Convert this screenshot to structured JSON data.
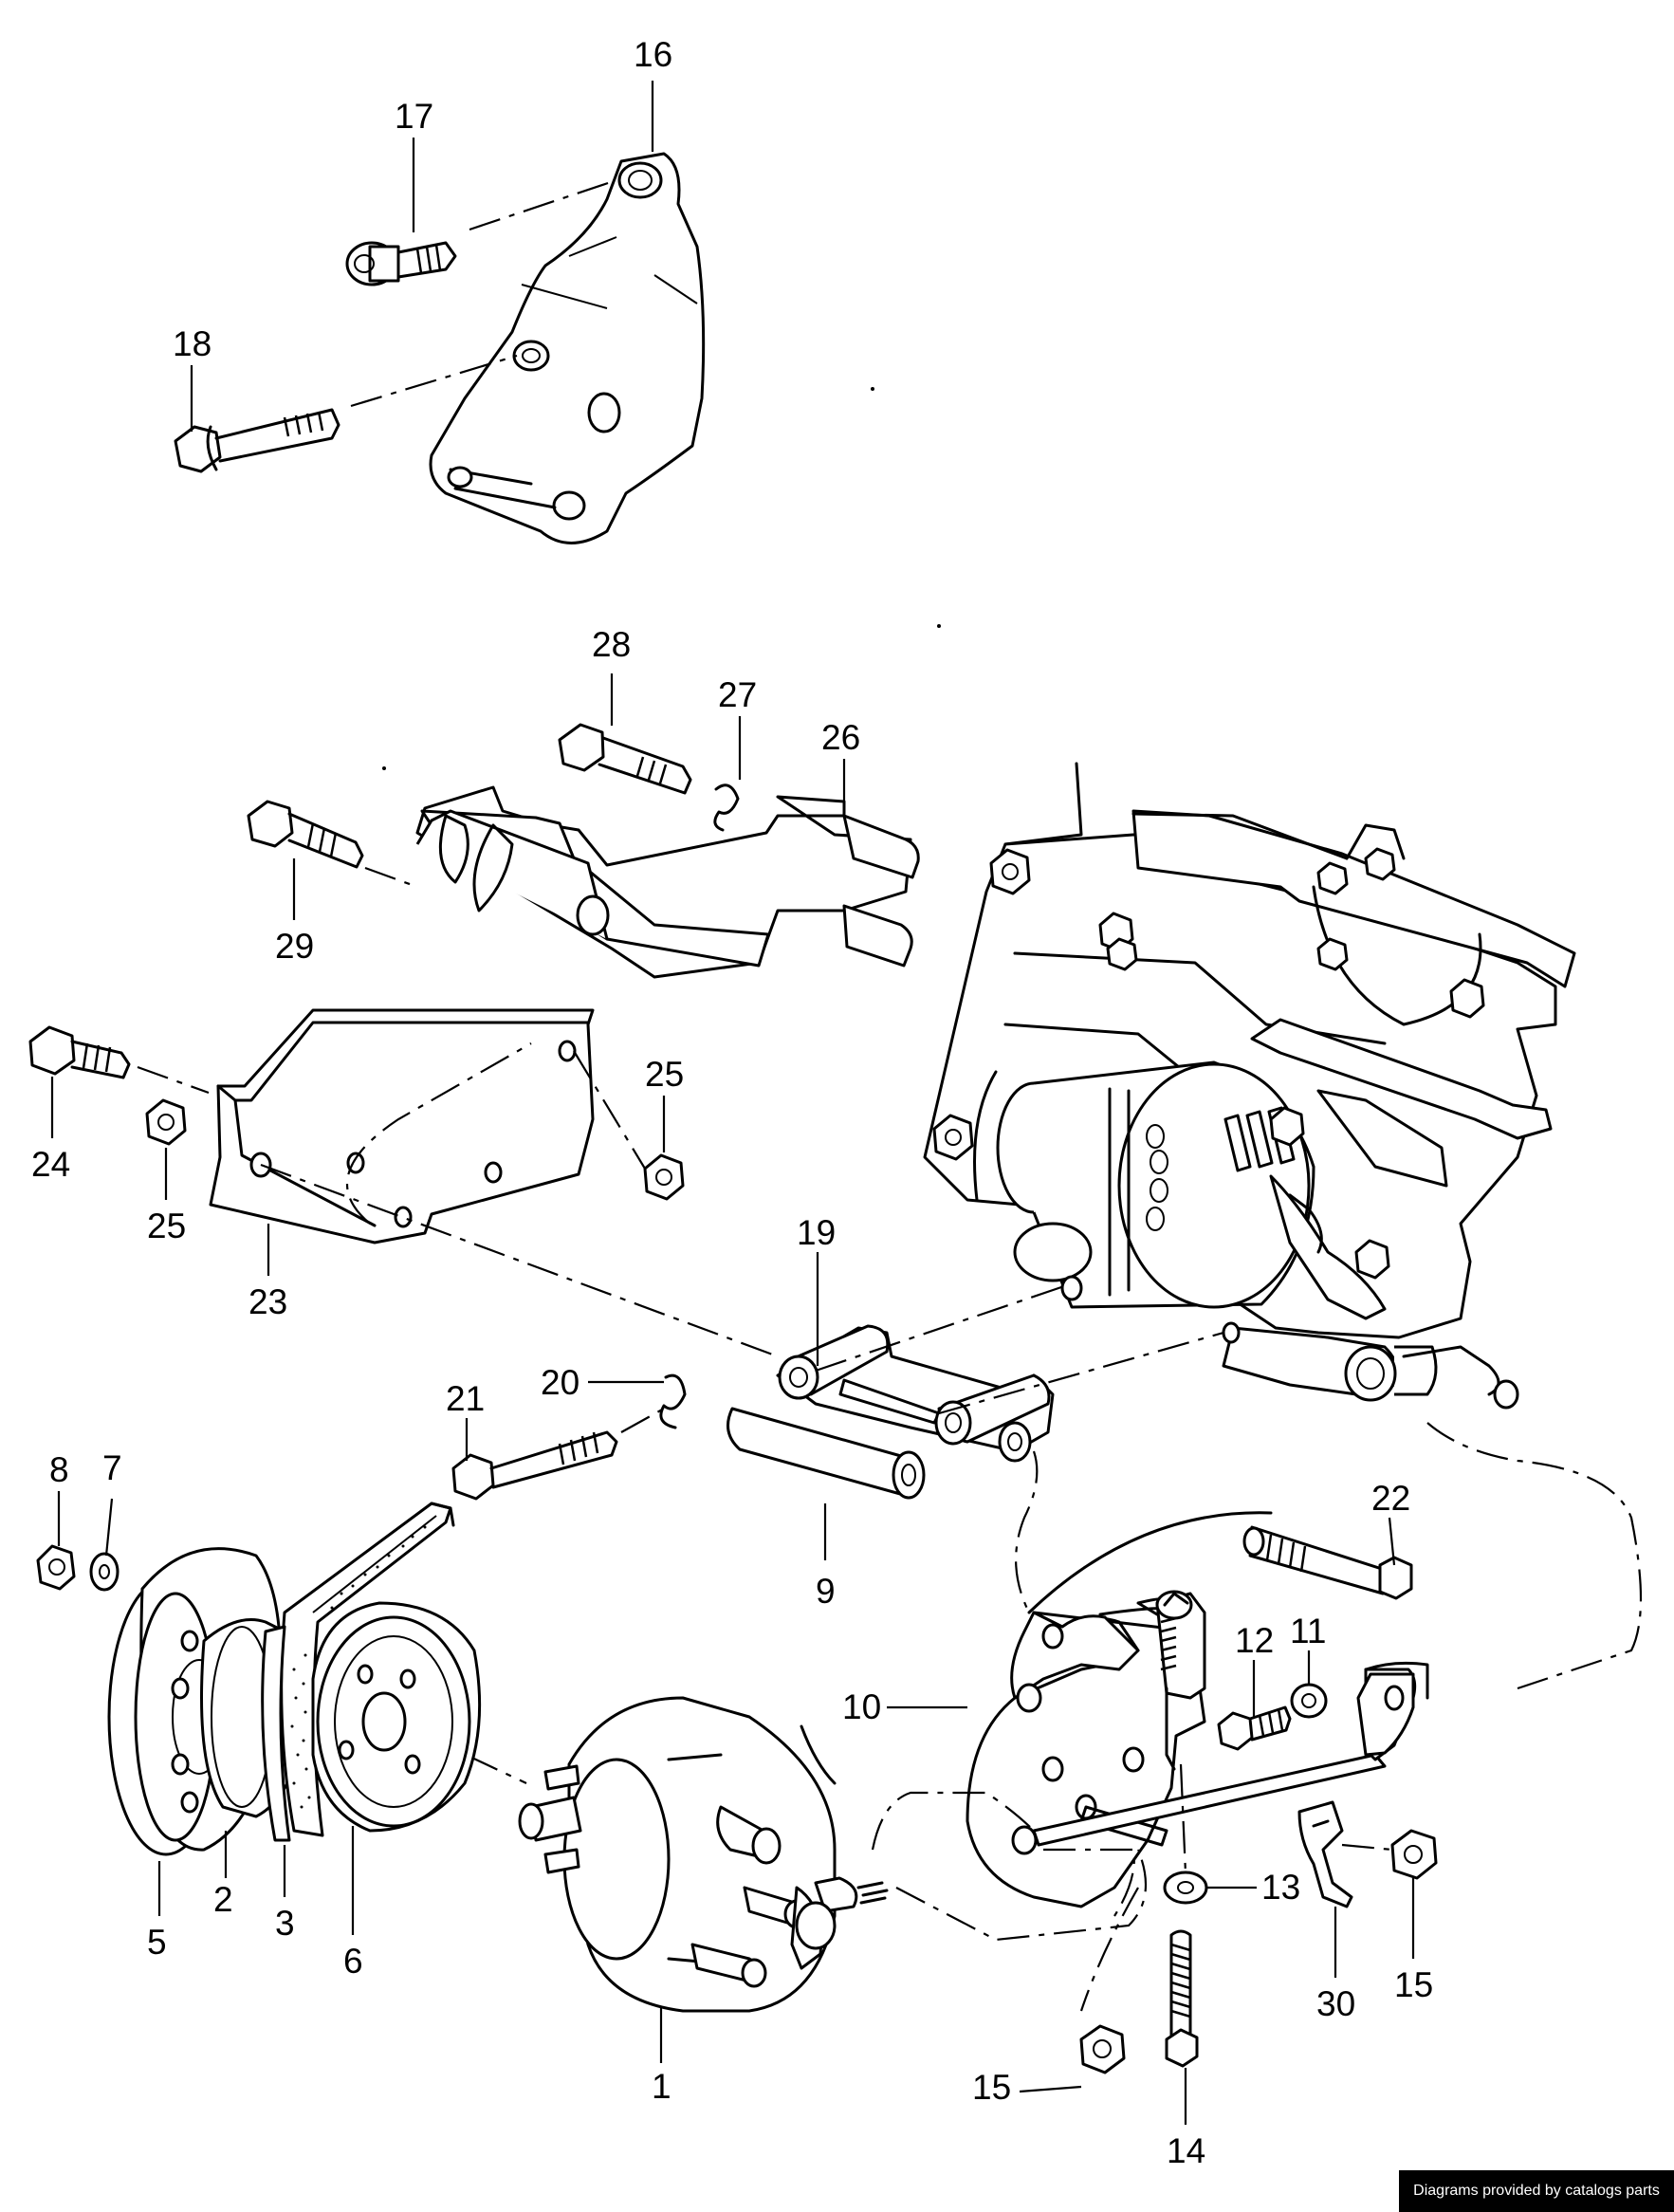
{
  "credit": "Diagrams provided by catalogs parts",
  "callouts": {
    "c1": "1",
    "c2": "2",
    "c3": "3",
    "c5": "5",
    "c6": "6",
    "c7": "7",
    "c8": "8",
    "c9": "9",
    "c10": "10",
    "c11": "11",
    "c12": "12",
    "c13": "13",
    "c14": "14",
    "c15a": "15",
    "c15b": "15",
    "c16": "16",
    "c17": "17",
    "c18": "18",
    "c19": "19",
    "c20": "20",
    "c21": "21",
    "c22": "22",
    "c23": "23",
    "c24": "24",
    "c25a": "25",
    "c25b": "25",
    "c26": "26",
    "c27": "27",
    "c28": "28",
    "c29": "29",
    "c30": "30"
  }
}
